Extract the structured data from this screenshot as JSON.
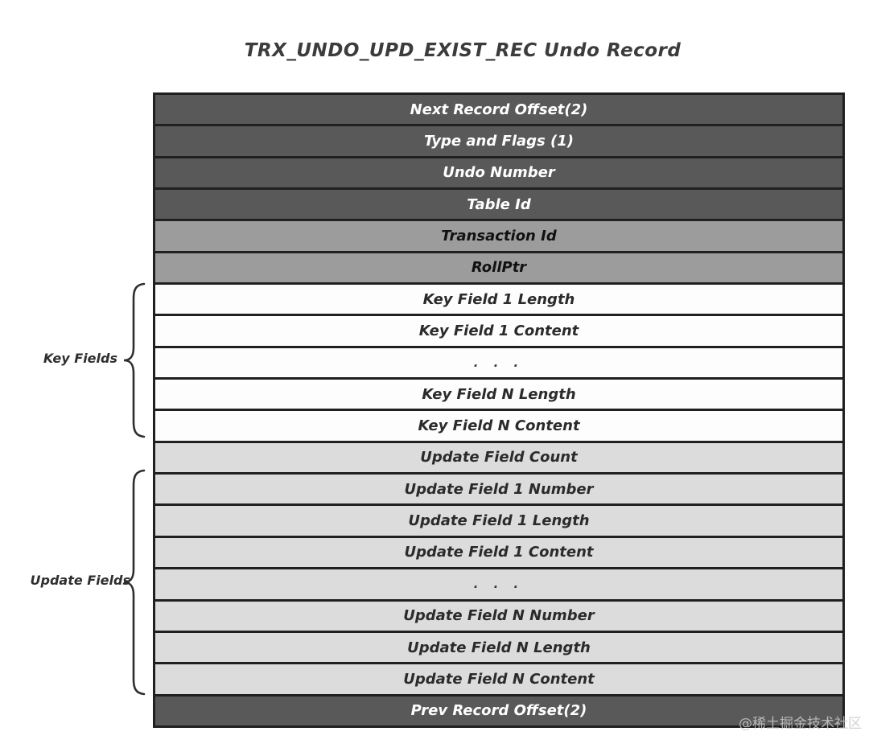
{
  "title": "TRX_UNDO_UPD_EXIST_REC Undo Record",
  "watermark": "@稀土掘金技术社区",
  "record": {
    "rows": [
      {
        "label": "Next Record Offset(2)",
        "variant": "dark"
      },
      {
        "label": "Type and Flags (1)",
        "variant": "dark"
      },
      {
        "label": "Undo Number",
        "variant": "dark"
      },
      {
        "label": "Table Id",
        "variant": "dark"
      },
      {
        "label": "Transaction Id",
        "variant": "medium"
      },
      {
        "label": "RollPtr",
        "variant": "medium"
      },
      {
        "label": "Key Field 1 Length",
        "variant": "white"
      },
      {
        "label": "Key Field 1 Content",
        "variant": "white"
      },
      {
        "label": ". . .",
        "variant": "white"
      },
      {
        "label": "Key Field N Length",
        "variant": "white"
      },
      {
        "label": "Key Field N Content",
        "variant": "white"
      },
      {
        "label": "Update Field Count",
        "variant": "light"
      },
      {
        "label": "Update Field 1 Number",
        "variant": "light"
      },
      {
        "label": "Update Field 1 Length",
        "variant": "light"
      },
      {
        "label": "Update Field 1 Content",
        "variant": "light"
      },
      {
        "label": ". . .",
        "variant": "light"
      },
      {
        "label": "Update Field N Number",
        "variant": "light"
      },
      {
        "label": "Update Field N Length",
        "variant": "light"
      },
      {
        "label": "Update Field N Content",
        "variant": "light"
      },
      {
        "label": "Prev Record Offset(2)",
        "variant": "dark"
      }
    ]
  },
  "groups": {
    "key_fields": {
      "label": "Key Fields"
    },
    "update_fields": {
      "label": "Update Fields"
    }
  },
  "colors": {
    "row_dark": "#595959",
    "row_medium": "#9c9c9c",
    "row_white": "#fdfdfd",
    "row_light": "#dcdcdc",
    "border": "#202020",
    "text_on_dark": "#ffffff",
    "text_on_light": "#2b2b2b",
    "watermark": "#c9c9c9"
  }
}
